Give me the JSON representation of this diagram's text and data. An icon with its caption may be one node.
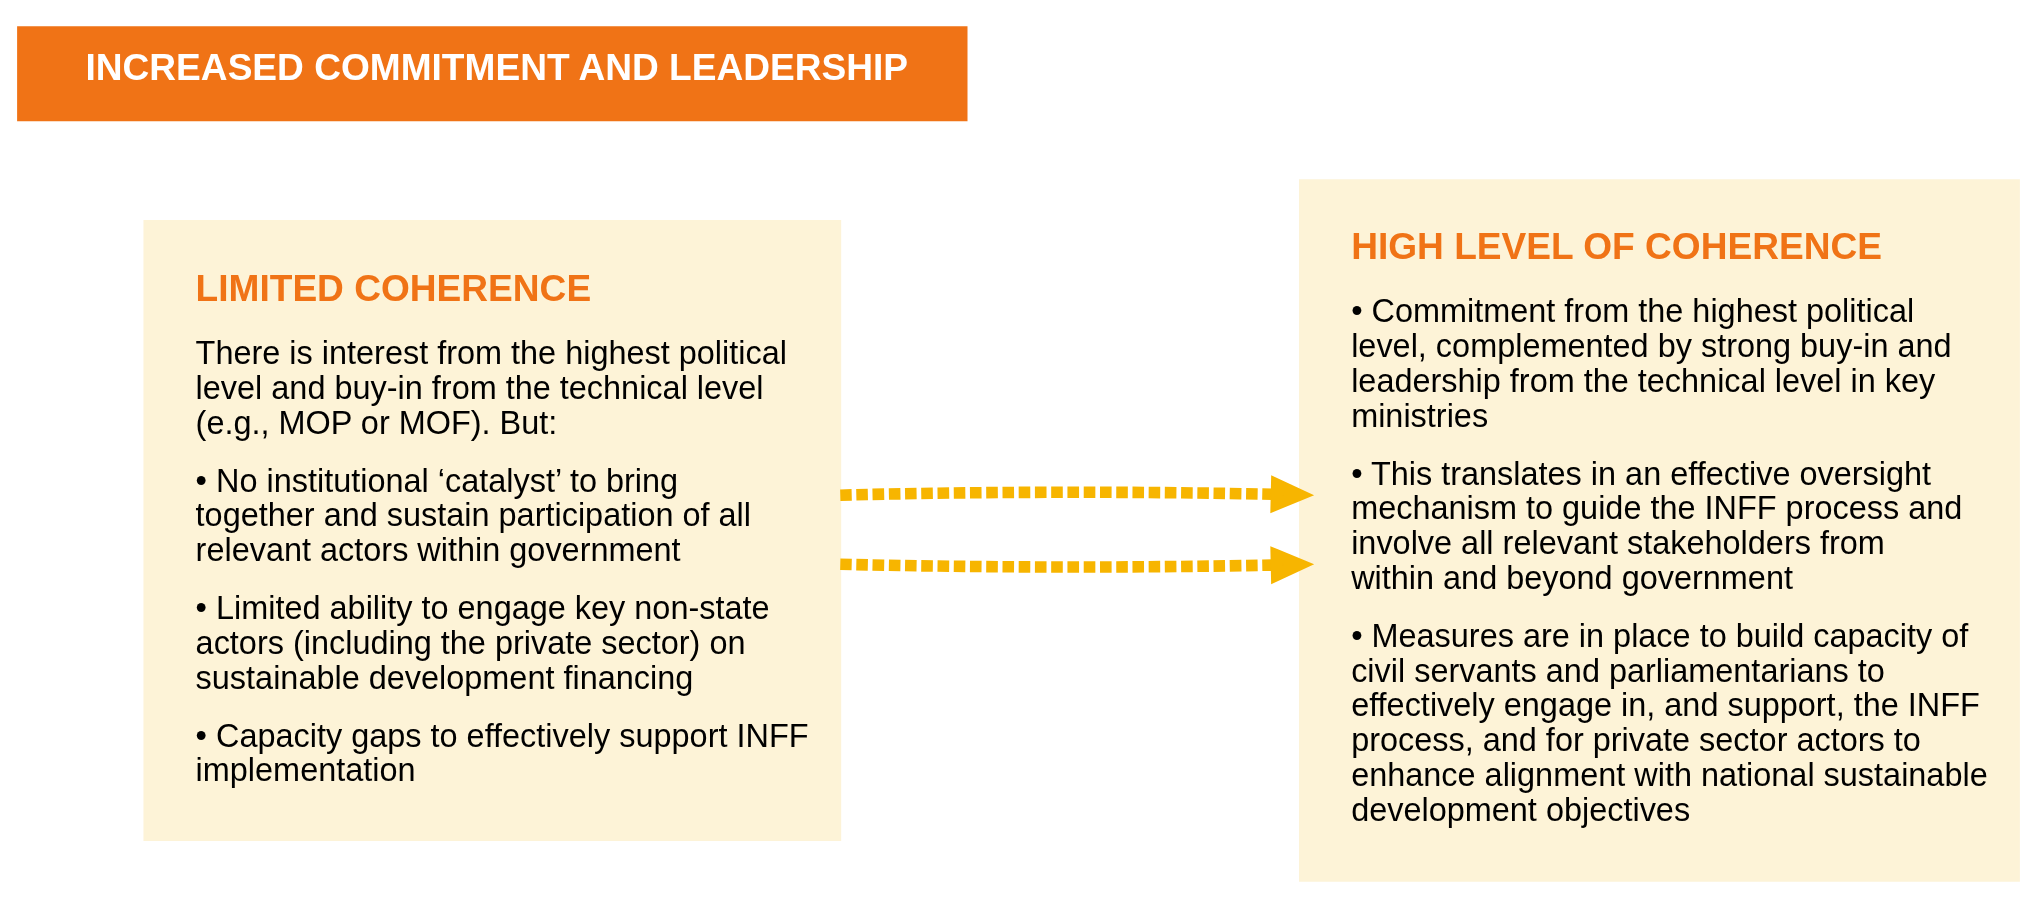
{
  "diagram": {
    "nodes": [
      {
        "text": [
          "LIMITED COHERENCE",
          "There is interest from the highest political level and buy-in from the technical level (e.g., MOP or MOF). But:",
          "• No institutional ‘catalyst’ to bring together and sustain participation of all relevant actors within government",
          "• Limited ability to engage key non-state actors (including the private sector) on sustainable development financing",
          "• Capacity gaps to effectively support INFF implementation"
        ]
      },
      {
        "text": [
          "HIGH LEVEL OF COHERENCE",
          "• Commitment from the highest political level, complemented by strong buy-in and leadership from the technical level in key ministries",
          "• This translates in an effective oversight mechanism to guide the INFF process and involve all relevant stakeholders from within and beyond government",
          "• Measures are in place to build capacity of civil servants and parliamentarians to effectively engage in, and support, the INFF process, and for private sector actors to enhance alignment with national sustainable development objectives"
        ]
      },
      {
        "text": [
          "INCREASED COMMITMENT AND LEADERSHIP"
        ]
      }
    ],
    "edges": [
      {
        "from": 0,
        "to": 1,
        "arrow": "to",
        "style": "dashed",
        "color": "#f7b500"
      },
      {
        "from": 0,
        "to": 1,
        "arrow": "to",
        "style": "dashed",
        "color": "#f7b500"
      }
    ]
  }
}
